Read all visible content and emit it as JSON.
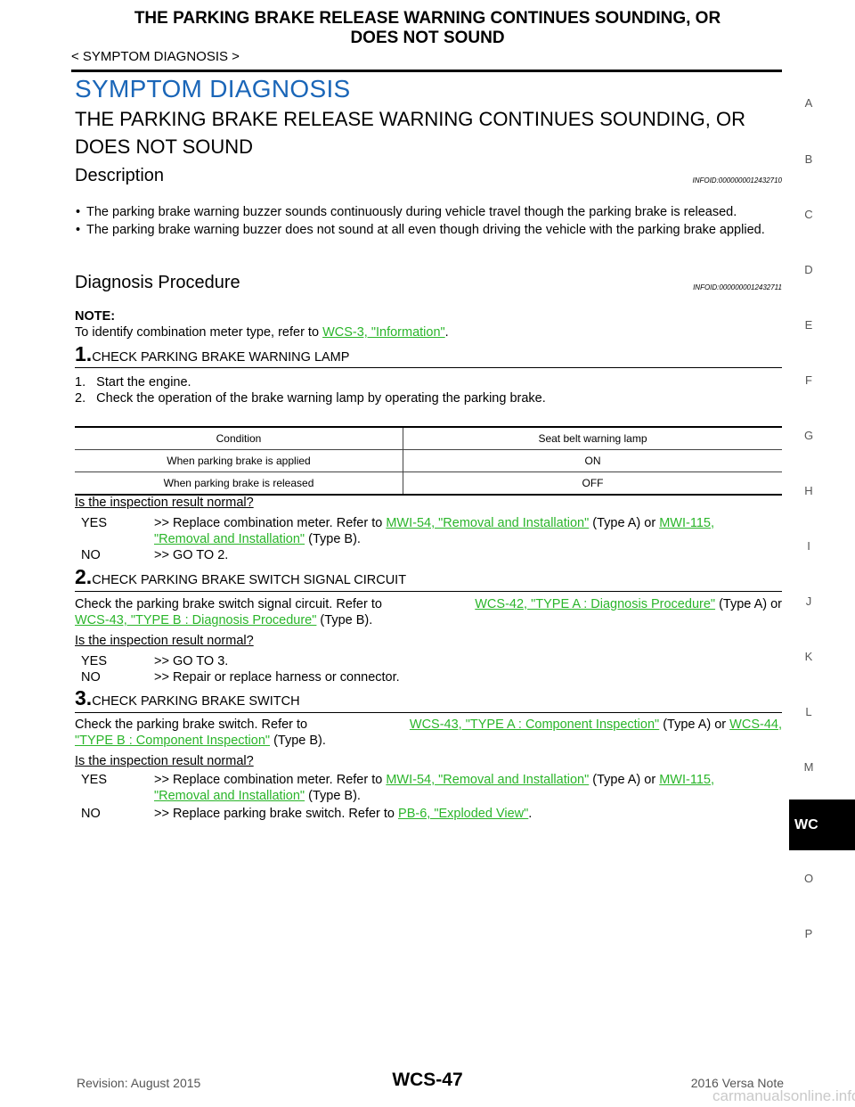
{
  "header": {
    "title_line1": "THE PARKING BRAKE RELEASE WARNING CONTINUES SOUNDING, OR",
    "title_line2": "DOES NOT SOUND",
    "breadcrumb": "< SYMPTOM DIAGNOSIS >"
  },
  "section_title": "SYMPTOM DIAGNOSIS",
  "subsection_title_line1": "THE PARKING BRAKE RELEASE WARNING CONTINUES SOUNDING, OR",
  "subsection_title_line2": "DOES NOT SOUND",
  "description": {
    "heading": "Description",
    "infoid": "INFOID:0000000012432710",
    "bullets": [
      "The parking brake warning buzzer sounds continuously during vehicle travel though the parking brake is released.",
      "The parking brake warning buzzer does not sound at all even though driving the vehicle with the parking brake applied."
    ]
  },
  "procedure": {
    "heading": "Diagnosis Procedure",
    "infoid": "INFOID:0000000012432711",
    "note_label": "NOTE:",
    "note_text": "To identify combination meter type, refer to ",
    "note_link": "WCS-3, \"Information\"",
    "note_end": ".",
    "step1": {
      "num": "1.",
      "title": "CHECK PARKING BRAKE WARNING LAMP",
      "items": [
        "1.   Start the engine.",
        "2.   Check the operation of the brake warning lamp by operating the parking brake."
      ],
      "table": {
        "headers": [
          "Condition",
          "Seat belt warning lamp"
        ],
        "rows": [
          [
            "When parking brake is applied",
            "ON"
          ],
          [
            "When parking brake is released",
            "OFF"
          ]
        ]
      },
      "question": "Is the inspection result normal?",
      "yes_key": "YES",
      "yes_text": ">> Replace combination meter. Refer to ",
      "yes_link1": "MWI-54, \"Removal and Installation\"",
      "yes_mid": " (Type A) or ",
      "yes_link2a": "MWI-115,",
      "yes_link2b": "\"Removal and Installation\"",
      "yes_end": " (Type B).",
      "no_key": "NO",
      "no_text": ">> GO TO 2."
    },
    "step2": {
      "num": "2.",
      "title": "CHECK PARKING BRAKE SWITCH SIGNAL CIRCUIT",
      "text": "Check the parking brake switch signal circuit. Refer to ",
      "link1": "WCS-42, \"TYPE A : Diagnosis Procedure\"",
      "mid": " (Type A) or",
      "link2": "WCS-43, \"TYPE B : Diagnosis Procedure\"",
      "end": " (Type B).",
      "question": "Is the inspection result normal?",
      "yes_key": "YES",
      "yes_text": ">> GO TO 3.",
      "no_key": "NO",
      "no_text": ">> Repair or replace harness or connector."
    },
    "step3": {
      "num": "3.",
      "title": "CHECK PARKING BRAKE SWITCH",
      "text": "Check the parking brake switch. Refer to ",
      "link1": "WCS-43, \"TYPE A : Component Inspection\"",
      "mid": " (Type A) or ",
      "link2a": "WCS-44,",
      "link2b": "\"TYPE B : Component Inspection\"",
      "end": " (Type B).",
      "question": "Is the inspection result normal?",
      "yes_key": "YES",
      "yes_text": ">> Replace combination meter. Refer to ",
      "yes_link1": "MWI-54, \"Removal and Installation\"",
      "yes_mid": " (Type A) or ",
      "yes_link2a": "MWI-115,",
      "yes_link2b": "\"Removal and Installation\"",
      "yes_end": " (Type B).",
      "no_key": "NO",
      "no_text": ">> Replace parking brake switch. Refer to ",
      "no_link": "PB-6, \"Exploded View\"",
      "no_end": "."
    }
  },
  "side_index": [
    "A",
    "B",
    "C",
    "D",
    "E",
    "F",
    "G",
    "H",
    "I",
    "J",
    "K",
    "L",
    "M",
    "O",
    "P"
  ],
  "side_tab": "WC",
  "footer": {
    "revision": "Revision: August 2015",
    "page": "WCS-47",
    "model": "2016 Versa Note",
    "watermark": "carmanualsonline.info"
  }
}
